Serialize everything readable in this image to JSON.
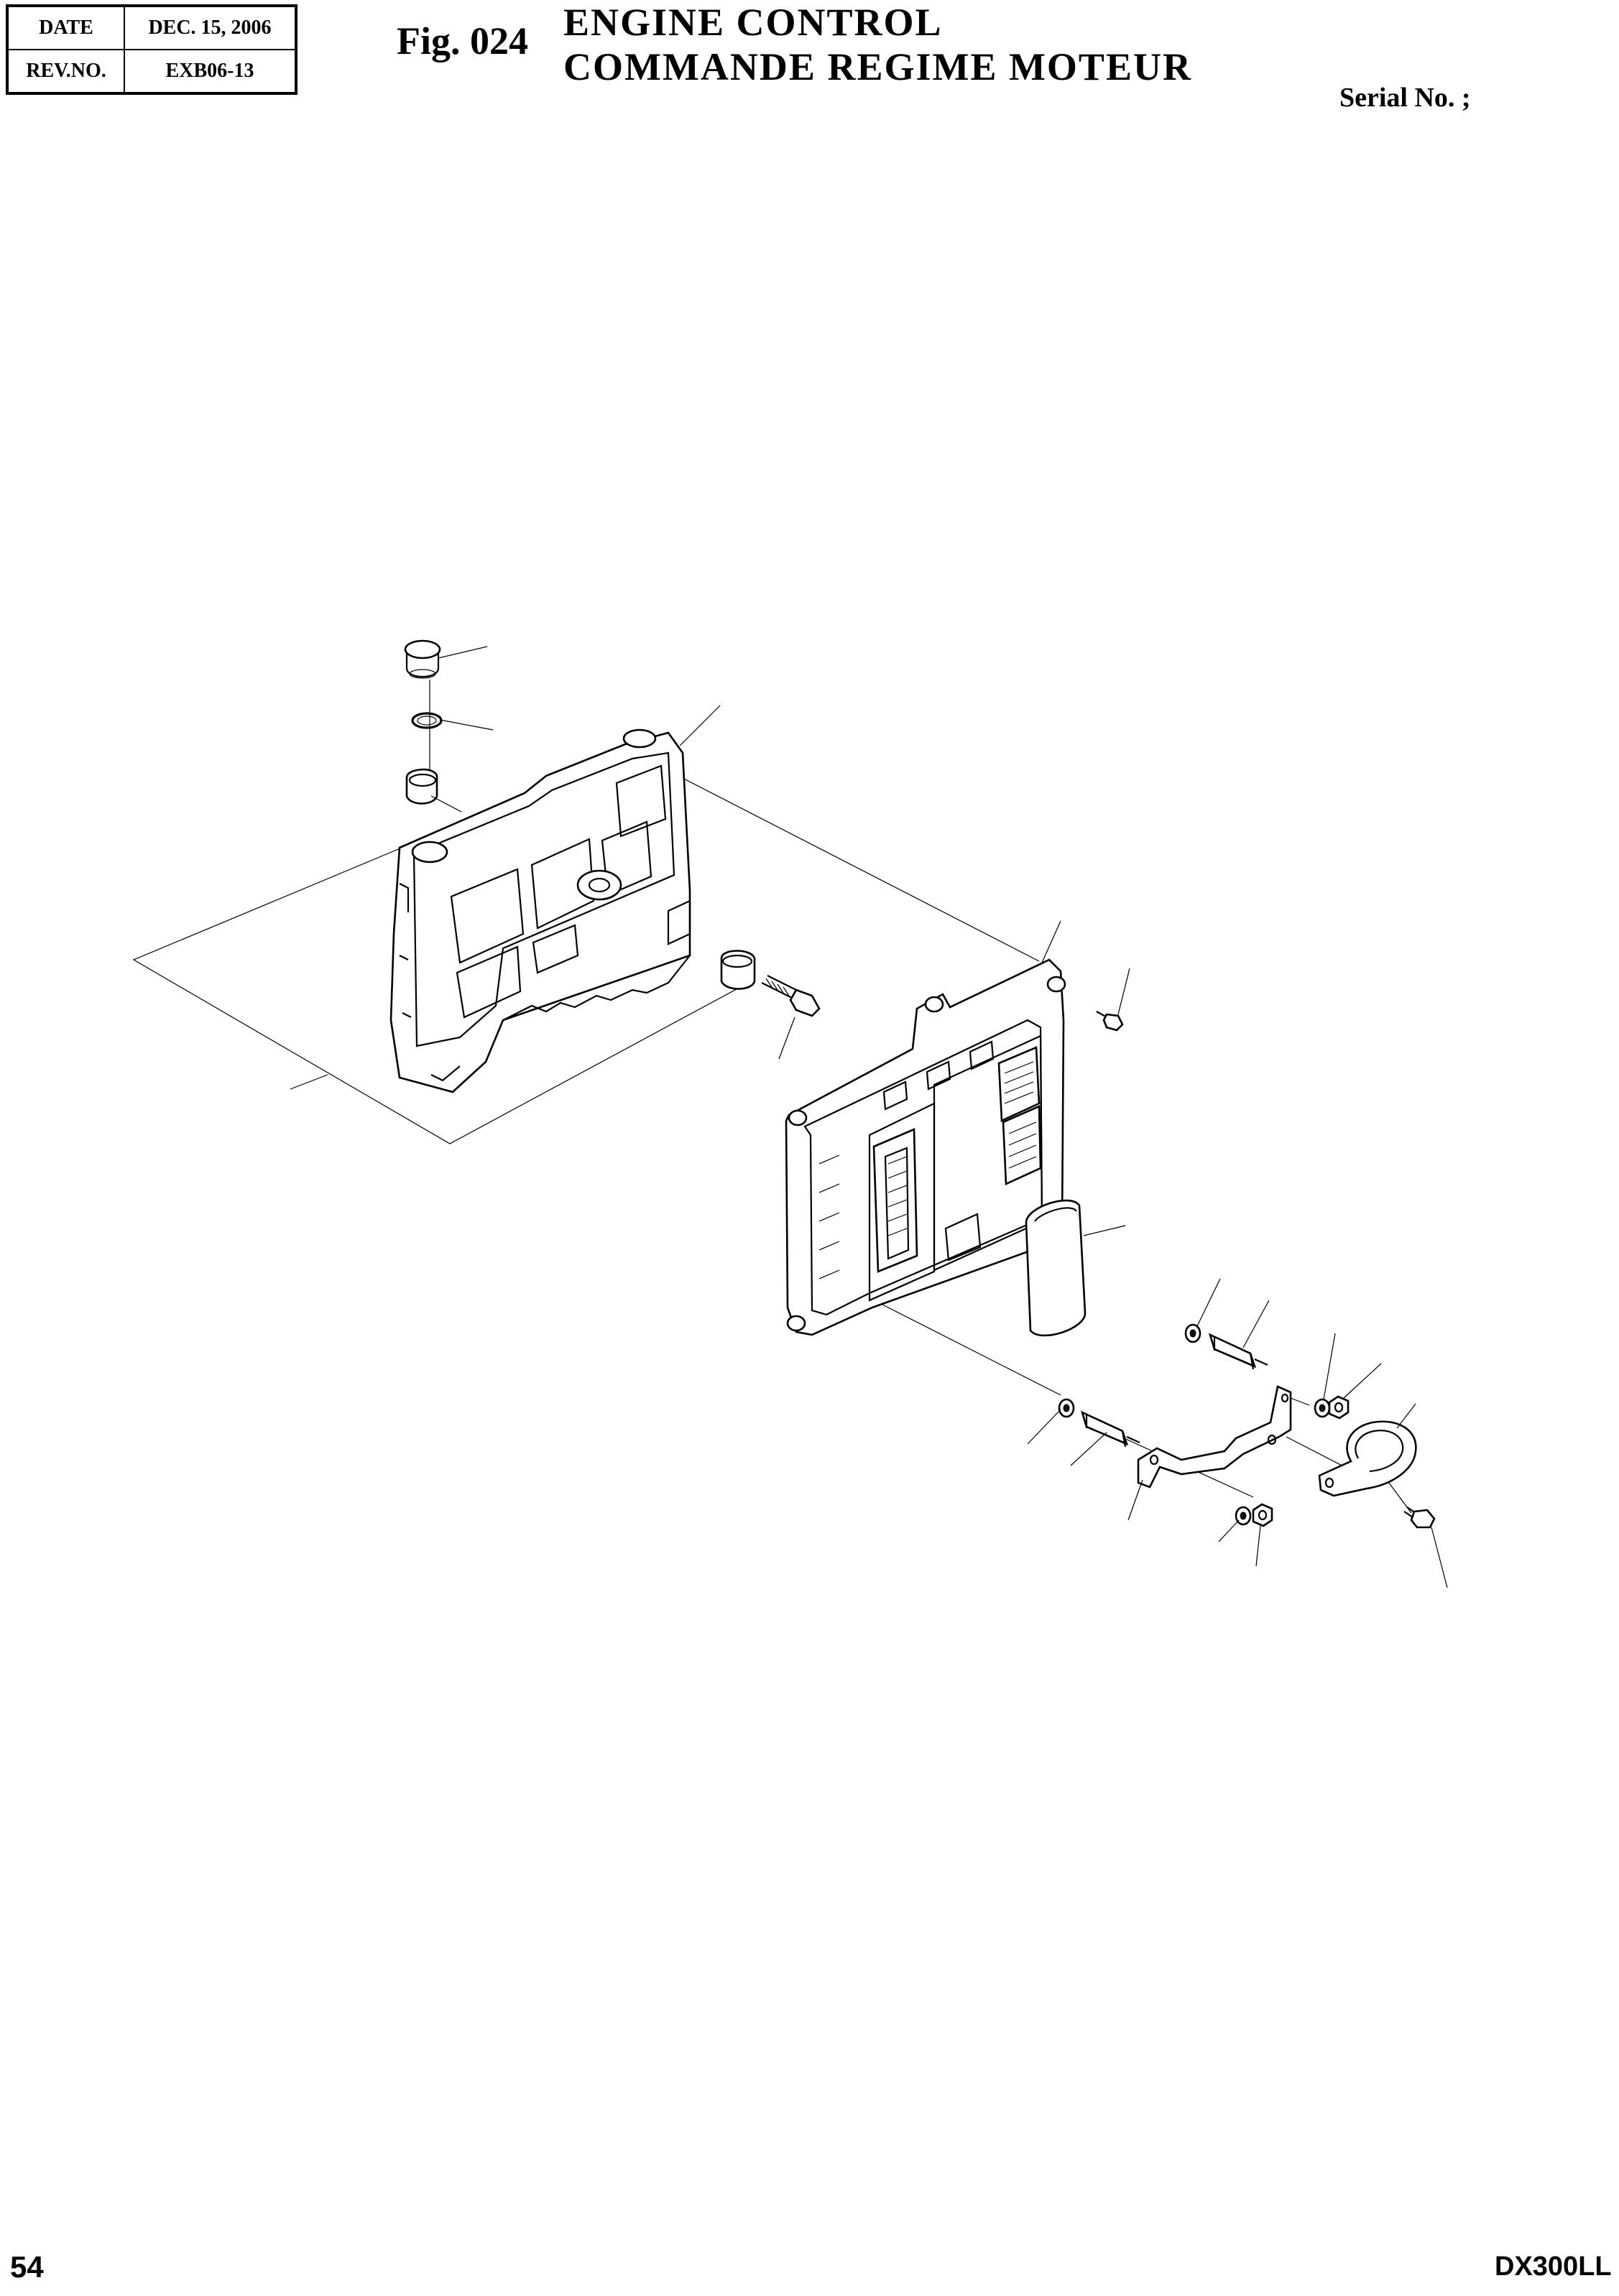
{
  "header": {
    "date_label": "DATE",
    "date_value": "DEC. 15, 2006",
    "rev_label": "REV.NO.",
    "rev_value": "EXB06-13"
  },
  "figure": {
    "label": "Fig. 024",
    "title_en": "ENGINE  CONTROL",
    "title_fr": "COMMANDE  REGIME  MOTEUR",
    "serial": "Serial No. ;"
  },
  "footer": {
    "page_number": "54",
    "model": "DX300LL"
  },
  "diagram": {
    "parts": [
      "plug",
      "o-ring",
      "mounting-plate",
      "bushing",
      "grommet",
      "bolt",
      "control-unit",
      "screw",
      "connector-cover",
      "washer",
      "standoff",
      "bracket",
      "nut",
      "clamp"
    ]
  }
}
